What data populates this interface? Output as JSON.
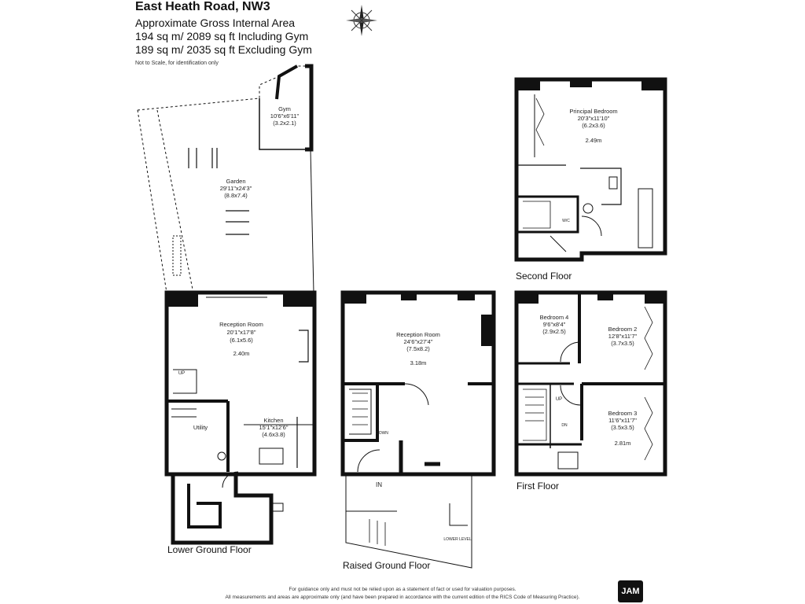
{
  "header": {
    "title": "East Heath Road, NW3",
    "area_label": "Approximate Gross Internal Area",
    "area_including": "194 sq m/ 2089 sq ft Including Gym",
    "area_excluding": "189 sq m/ 2035 sq ft Excluding Gym",
    "note": "Not to Scale, for identification only"
  },
  "rooms": {
    "gym": {
      "name": "Gym",
      "imperial": "10'6\"x6'11\"",
      "metric": "(3.2x2.1)"
    },
    "garden": {
      "name": "Garden",
      "imperial": "29'11\"x24'3\"",
      "metric": "(8.8x7.4)"
    },
    "lower_reception": {
      "name": "Reception Room",
      "imperial": "20'1\"x17'8\"",
      "metric": "(6.1x5.6)",
      "height": "2.40m"
    },
    "kitchen": {
      "name": "Kitchen",
      "imperial": "15'1\"x12'6\"",
      "metric": "(4.6x3.8)"
    },
    "utility": {
      "name": "Utility"
    },
    "raised_reception": {
      "name": "Reception Room",
      "imperial": "24'6\"x27'4\"",
      "metric": "(7.5x8.2)",
      "height": "3.18m"
    },
    "principal_bedroom": {
      "name": "Principal Bedroom",
      "imperial": "20'3\"x11'10\"",
      "metric": "(6.2x3.6)",
      "height": "2.49m"
    },
    "bedroom4": {
      "name": "Bedroom 4",
      "imperial": "9'6\"x8'4\"",
      "metric": "(2.9x2.5)"
    },
    "bedroom2": {
      "name": "Bedroom 2",
      "imperial": "12'8\"x11'7\"",
      "metric": "(3.7x3.5)"
    },
    "bedroom3": {
      "name": "Bedroom 3",
      "imperial": "11'6\"x11'7\"",
      "metric": "(3.5x3.5)",
      "height": "2.81m"
    }
  },
  "small_labels": {
    "up": "UP",
    "in": "IN",
    "down": "DOWN",
    "lower_level": "LOWER LEVEL",
    "dn": "DN",
    "wc": "W/C"
  },
  "floors": {
    "lower": "Lower Ground Floor",
    "raised": "Raised Ground Floor",
    "second": "Second Floor",
    "first": "First Floor"
  },
  "footer": {
    "line1": "For guidance only and must not be relied upon as a statement of fact or used for valuation purposes.",
    "line2": "All measurements and areas are approximate only (and have been prepared in accordance with the current edition of the RICS Code of Measuring Practice).",
    "logo": "JAM"
  }
}
